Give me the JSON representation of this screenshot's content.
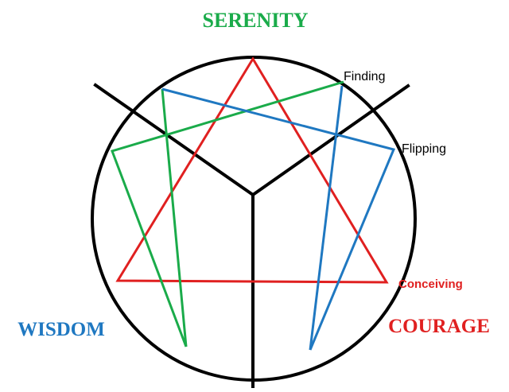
{
  "labels": {
    "serenity": "SERENITY",
    "wisdom": "WISDOM",
    "courage": "COURAGE",
    "finding": "Finding",
    "flipping": "Flipping",
    "conceiving": "Conceiving"
  },
  "colors": {
    "outline": "#000000",
    "green": "#1aab4a",
    "blue": "#1f78c1",
    "red": "#e02020"
  }
}
